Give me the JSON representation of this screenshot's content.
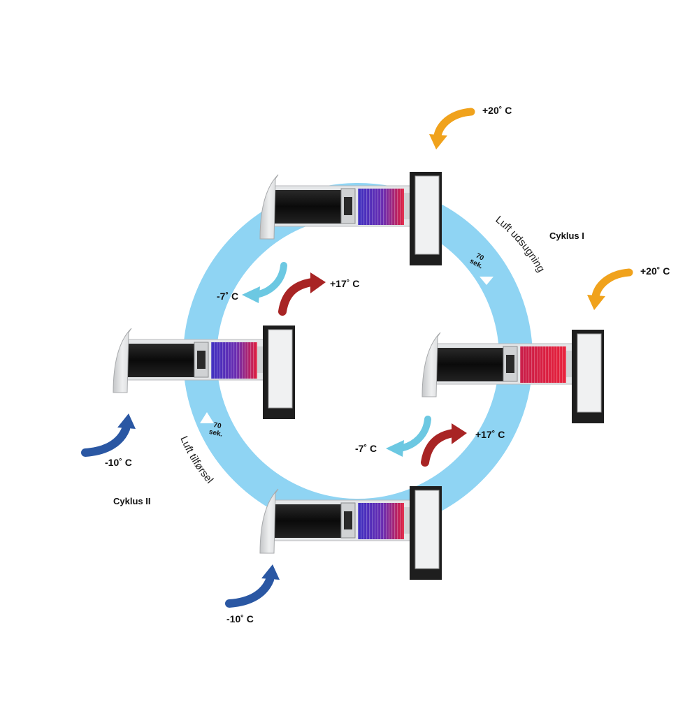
{
  "labels": {
    "top_temp": "+20˚ C",
    "right_temp": "+20˚ C",
    "cycle_1": "Cyklus I",
    "cycle_2": "Cyklus II",
    "inner_left_cold": "-7˚ C",
    "inner_left_warm": "+17˚ C",
    "inner_right_cold": "-7˚ C",
    "inner_right_warm": "+17˚ C",
    "left_outdoor": "-10˚ C",
    "bottom_outdoor": "-10˚ C",
    "sec_right_num": "70",
    "sec_right_unit": "sek.",
    "sec_left_num": "70",
    "sec_left_unit": "sek.",
    "exhaust": "Luft udsugning",
    "supply": "Luft tilførsel"
  },
  "colors": {
    "ring": "#8fd4f3",
    "orange_arrow": "#f0a21c",
    "red_arrow": "#a82424",
    "cyan_arrow": "#6cc8e2",
    "blue_arrow": "#2a57a3",
    "core_blue": "#4433c8",
    "core_red": "#e02040"
  }
}
